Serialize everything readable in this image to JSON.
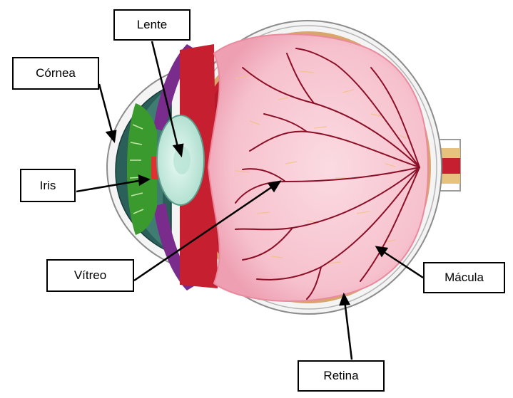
{
  "labels": {
    "lente": "Lente",
    "cornea": "Córnea",
    "iris": "Iris",
    "vitreo": "Vítreo",
    "macula": "Mácula",
    "retina": "Retina"
  },
  "colors": {
    "sclera_outer": "#f4f4f4",
    "sclera_line": "#9a9a9a",
    "choroid": "#c61f30",
    "retina_tan": "#d9a56a",
    "vitreous": "#f7c3cf",
    "vitreous_edge": "#e98a9e",
    "vessel": "#8c0f28",
    "ciliary": "#7a2c8c",
    "iris_green": "#3b9a2e",
    "cornea": "#2b5f5a",
    "lens": "#cdeee4",
    "nerve": "#e7c27e"
  }
}
